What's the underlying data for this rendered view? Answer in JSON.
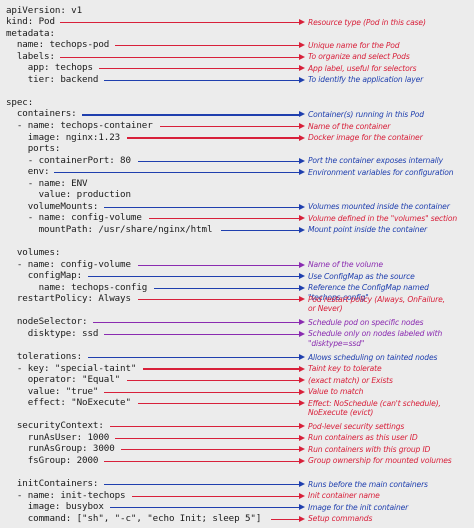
{
  "yaml_lines": [
    "apiVersion: v1",
    "kind: Pod",
    "metadata:",
    "  name: techops-pod",
    "  labels:",
    "    app: techops",
    "    tier: backend",
    "",
    "spec:",
    "  containers:",
    "  - name: techops-container",
    "    image: nginx:1.23",
    "    ports:",
    "    - containerPort: 80",
    "    env:",
    "    - name: ENV",
    "      value: production",
    "    volumeMounts:",
    "    - name: config-volume",
    "      mountPath: /usr/share/nginx/html",
    "",
    "  volumes:",
    "  - name: config-volume",
    "    configMap:",
    "      name: techops-config",
    "  restartPolicy: Always",
    "",
    "  nodeSelector:",
    "    disktype: ssd",
    "",
    "  tolerations:",
    "  - key: \"special-taint\"",
    "    operator: \"Equal\"",
    "    value: \"true\"",
    "    effect: \"NoExecute\"",
    "",
    "  securityContext:",
    "    runAsUser: 1000",
    "    runAsGroup: 3000",
    "    fsGroup: 2000",
    "",
    "  initContainers:",
    "  - name: init-techops",
    "    image: busybox",
    "    command: [\"sh\", \"-c\", \"echo Init; sleep 5\"]"
  ],
  "annotations": [
    {
      "line": 1,
      "color": "red",
      "text": "Resource type (Pod in this case)"
    },
    {
      "line": 3,
      "color": "red",
      "text": "Unique name for the Pod"
    },
    {
      "line": 4,
      "color": "red",
      "text": "To organize and select Pods"
    },
    {
      "line": 5,
      "color": "red",
      "text": "App label, useful for selectors"
    },
    {
      "line": 6,
      "color": "blue",
      "text": "To identify the application layer"
    },
    {
      "line": 9,
      "color": "blue",
      "text": "Container(s) running in this Pod"
    },
    {
      "line": 10,
      "color": "red",
      "text": "Name of the container"
    },
    {
      "line": 11,
      "color": "red",
      "text": "Docker image for the container"
    },
    {
      "line": 13,
      "color": "blue",
      "text": "Port the container exposes internally"
    },
    {
      "line": 14,
      "color": "blue",
      "text": "Environment variables for configuration"
    },
    {
      "line": 17,
      "color": "blue",
      "text": "Volumes mounted inside the container"
    },
    {
      "line": 18,
      "color": "red",
      "text": "Volume defined in the \"volumes\" section"
    },
    {
      "line": 19,
      "color": "blue",
      "text": "Mount point inside the container"
    },
    {
      "line": 22,
      "color": "purple",
      "text": "Name of the volume"
    },
    {
      "line": 23,
      "color": "blue",
      "text": "Use ConfigMap as the source"
    },
    {
      "line": 24,
      "color": "blue",
      "text": "Reference the ConfigMap named\n\"techops-config\""
    },
    {
      "line": 25,
      "color": "red",
      "text": "Pod restart policy (Always, OnFailure,\nor Never)"
    },
    {
      "line": 27,
      "color": "purple",
      "text": "Schedule pod on specific nodes"
    },
    {
      "line": 28,
      "color": "purple",
      "text": "Schedule only on nodes labeled with\n\"disktype=ssd\""
    },
    {
      "line": 30,
      "color": "blue",
      "text": "Allows scheduling on tainted nodes"
    },
    {
      "line": 31,
      "color": "red",
      "text": "Taint key to tolerate"
    },
    {
      "line": 32,
      "color": "red",
      "text": "(exact match) or Exists"
    },
    {
      "line": 33,
      "color": "red",
      "text": "Value to match"
    },
    {
      "line": 34,
      "color": "red",
      "text": "Effect: NoSchedule (can't schedule),\nNoExecute (evict)"
    },
    {
      "line": 36,
      "color": "red",
      "text": "Pod-level security settings"
    },
    {
      "line": 37,
      "color": "red",
      "text": "Run containers as this user ID"
    },
    {
      "line": 38,
      "color": "red",
      "text": "Run containers with this group ID"
    },
    {
      "line": 39,
      "color": "red",
      "text": "Group ownership for mounted volumes"
    },
    {
      "line": 41,
      "color": "blue",
      "text": "Runs before the main containers"
    },
    {
      "line": 42,
      "color": "red",
      "text": "Init container name"
    },
    {
      "line": 43,
      "color": "blue",
      "text": "Image for the init container"
    },
    {
      "line": 44,
      "color": "red",
      "text": "Setup commands"
    }
  ]
}
